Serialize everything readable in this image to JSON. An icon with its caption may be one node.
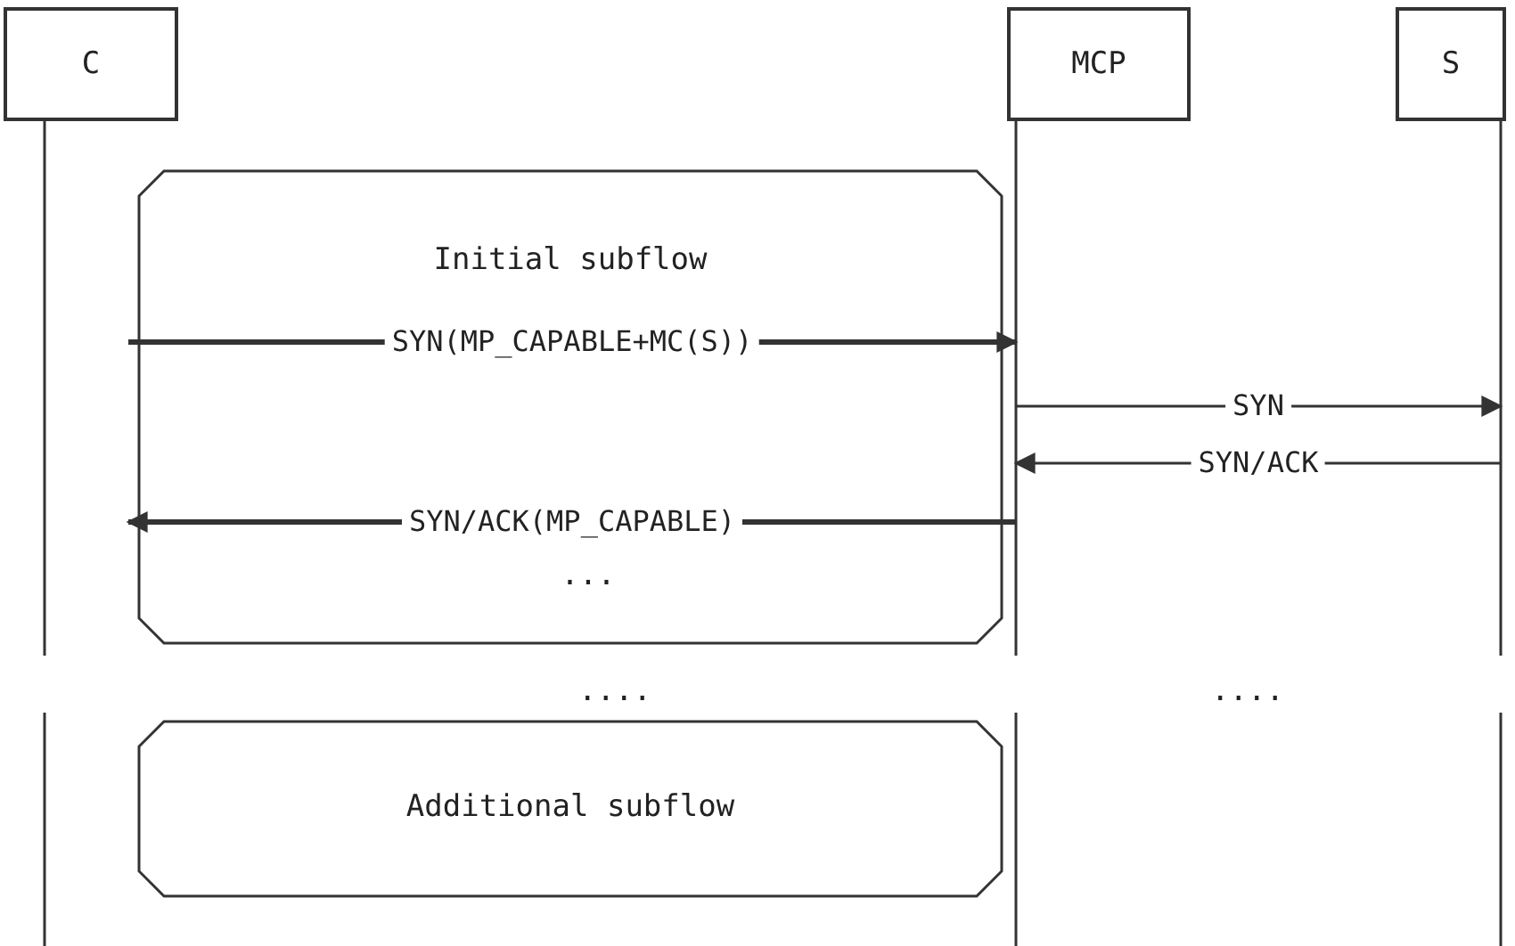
{
  "diagram": {
    "nodes": [
      {
        "text": [
          "C"
        ]
      },
      {
        "text": [
          "MCP"
        ]
      },
      {
        "text": [
          "S"
        ]
      },
      {
        "text": [
          "Initial subflow"
        ]
      },
      {
        "text": [
          "Additional subflow"
        ]
      }
    ],
    "edges": [
      {
        "from": 0,
        "to": 1,
        "arrow": "to",
        "label": "SYN(MP_CAPABLE+MC(S))",
        "style": "thick"
      },
      {
        "from": 1,
        "to": 2,
        "arrow": "to",
        "label": "SYN"
      },
      {
        "from": 2,
        "to": 1,
        "arrow": "to",
        "label": "SYN/ACK"
      },
      {
        "from": 1,
        "to": 0,
        "arrow": "to",
        "label": "SYN/ACK(MP_CAPABLE)",
        "style": "thick"
      }
    ],
    "labels": [
      "...",
      "....",
      "...."
    ]
  }
}
